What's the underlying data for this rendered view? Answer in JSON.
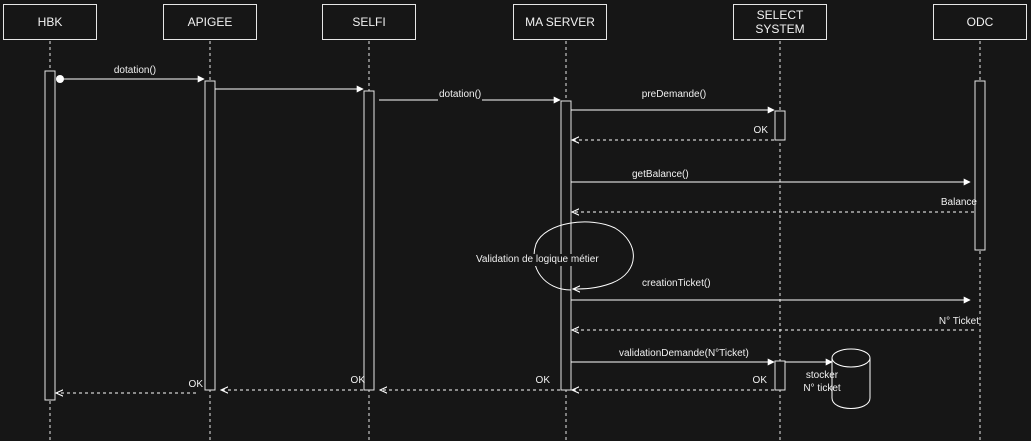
{
  "participants": [
    {
      "id": "hbk",
      "label": "HBK"
    },
    {
      "id": "apigee",
      "label": "APIGEE"
    },
    {
      "id": "selfi",
      "label": "SELFI"
    },
    {
      "id": "ma_server",
      "label": "MA SERVER"
    },
    {
      "id": "select_system",
      "label": "SELECT\nSYSTEM"
    },
    {
      "id": "odc",
      "label": "ODC"
    }
  ],
  "messages": {
    "m1": "dotation()",
    "m2": "dotation()",
    "m3": "preDemande()",
    "m4": "OK",
    "m5": "getBalance()",
    "m6": "Balance",
    "m7": "creationTicket()",
    "m8": "N° Ticket",
    "m9": "validationDemande(N°Ticket)",
    "r_ss": "OK",
    "r_ma": "OK",
    "r_selfi": "OK",
    "r_apigee": "OK"
  },
  "notes": {
    "validation": "Validation de logique métier",
    "stocker": "stocker\nN° ticket"
  }
}
